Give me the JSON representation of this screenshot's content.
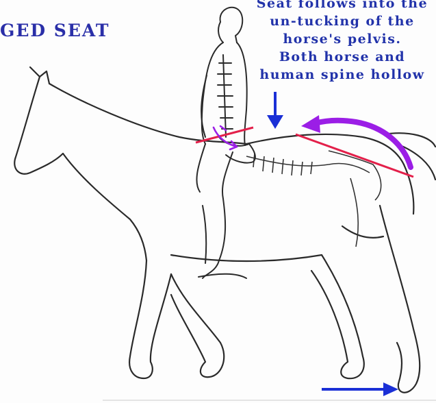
{
  "title": "GED SEAT",
  "caption_lines": [
    "Seat follows into the",
    "un-tucking of the",
    "horse's pelvis.",
    "Both horse and",
    "human spine hollow"
  ],
  "colors": {
    "text_blue": "#2233aa",
    "arrow_blue": "#1a2fd6",
    "line_red": "#e3204a",
    "arc_purple": "#9b1ee6",
    "sketch": "#2a2a2a"
  },
  "icons": [
    "down-arrow-icon",
    "rotation-arc-icon",
    "right-arrow-icon",
    "pelvis-rotation-icon"
  ]
}
